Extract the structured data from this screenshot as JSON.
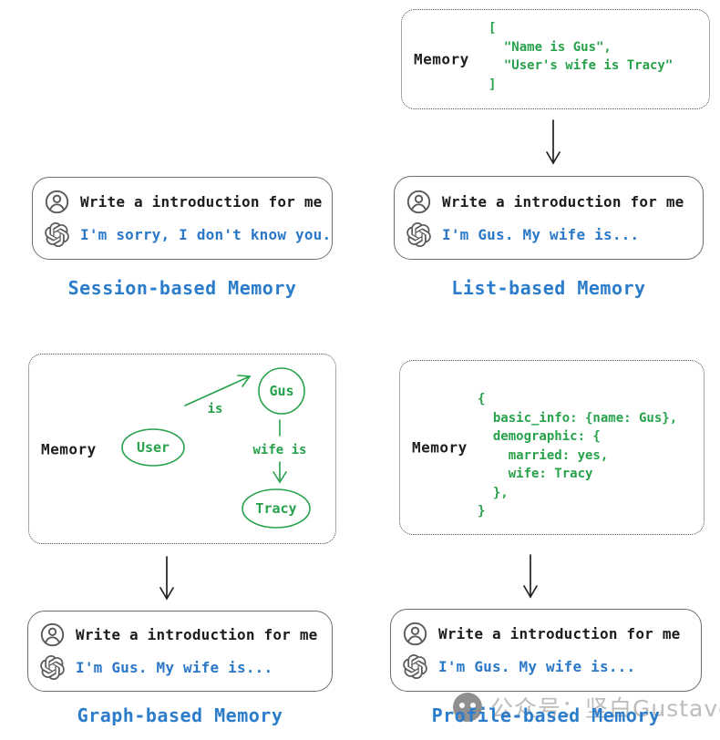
{
  "colors": {
    "green": "#27a24b",
    "chat_blue": "#2b78c8",
    "caption_blue": "#2b7ccb",
    "ink": "#1c1c1c",
    "icon_gray": "#5a5a5a",
    "watermark_gray": "#bcbcbc"
  },
  "sections": {
    "session": {
      "label": "Session-based Memory",
      "chat": {
        "user": "Write a introduction for me",
        "assistant": "I'm sorry, I don't know you."
      }
    },
    "list": {
      "label": "List-based Memory",
      "memory_label": "Memory",
      "code": "[\n  \"Name is Gus\",\n  \"User's wife is Tracy\"\n]",
      "chat": {
        "user": "Write a introduction for me",
        "assistant": "I'm Gus. My wife is..."
      }
    },
    "graph": {
      "label": "Graph-based Memory",
      "memory_label": "Memory",
      "nodes": {
        "user": "User",
        "gus": "Gus",
        "tracy": "Tracy"
      },
      "edges": {
        "is": "is",
        "wife_is": "wife is"
      },
      "chat": {
        "user": "Write a introduction for me",
        "assistant": "I'm Gus. My wife is..."
      }
    },
    "profile": {
      "label": "Profile-based Memory",
      "memory_label": "Memory",
      "code": "{\n  basic_info: {name: Gus},\n  demographic: {\n    married: yes,\n    wife: Tracy\n  },\n}",
      "chat": {
        "user": "Write a introduction for me",
        "assistant": "I'm Gus. My wife is..."
      }
    }
  },
  "watermark": {
    "text": "公众号：坚白Gustavo"
  }
}
